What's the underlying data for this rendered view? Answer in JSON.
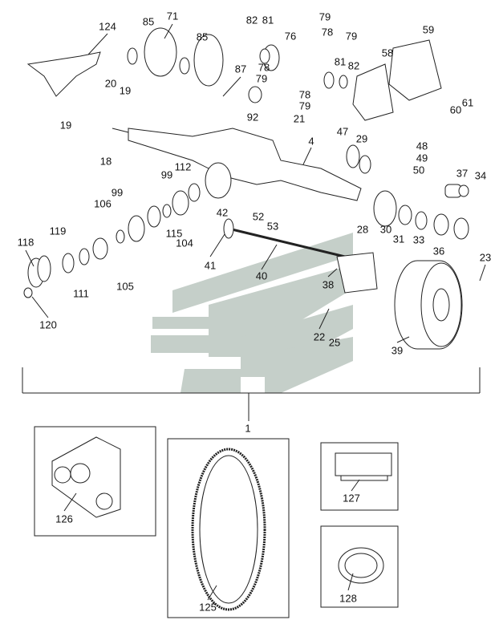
{
  "diagram": {
    "type": "exploded parts diagram",
    "watermark_color": "#c5cfc9",
    "callouts": [
      "124",
      "85",
      "71",
      "85",
      "87",
      "82",
      "81",
      "79",
      "78",
      "76",
      "79",
      "59",
      "58",
      "81",
      "82",
      "78",
      "79",
      "78",
      "79",
      "92",
      "21",
      "60",
      "61",
      "20",
      "19",
      "19",
      "18",
      "4",
      "47",
      "29",
      "48",
      "49",
      "50",
      "37",
      "34",
      "112",
      "99",
      "99",
      "106",
      "42",
      "52",
      "53",
      "28",
      "30",
      "31",
      "33",
      "36",
      "118",
      "119",
      "115",
      "104",
      "41",
      "40",
      "23",
      "105",
      "111",
      "38",
      "120",
      "22",
      "25",
      "39",
      "1",
      "126",
      "127",
      "125",
      "128"
    ]
  }
}
